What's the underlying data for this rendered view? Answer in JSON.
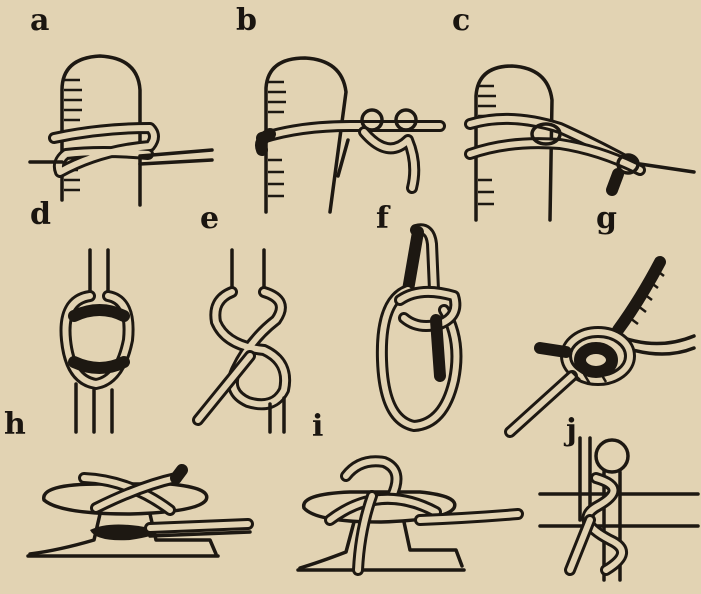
{
  "figure": {
    "labels": {
      "a": "a",
      "b": "b",
      "c": "c",
      "d": "d",
      "e": "e",
      "f": "f",
      "g": "g",
      "h": "h",
      "i": "i",
      "j": "j"
    }
  },
  "colors": {
    "paper": "#e2d3b3",
    "ink": "#1d1812"
  }
}
